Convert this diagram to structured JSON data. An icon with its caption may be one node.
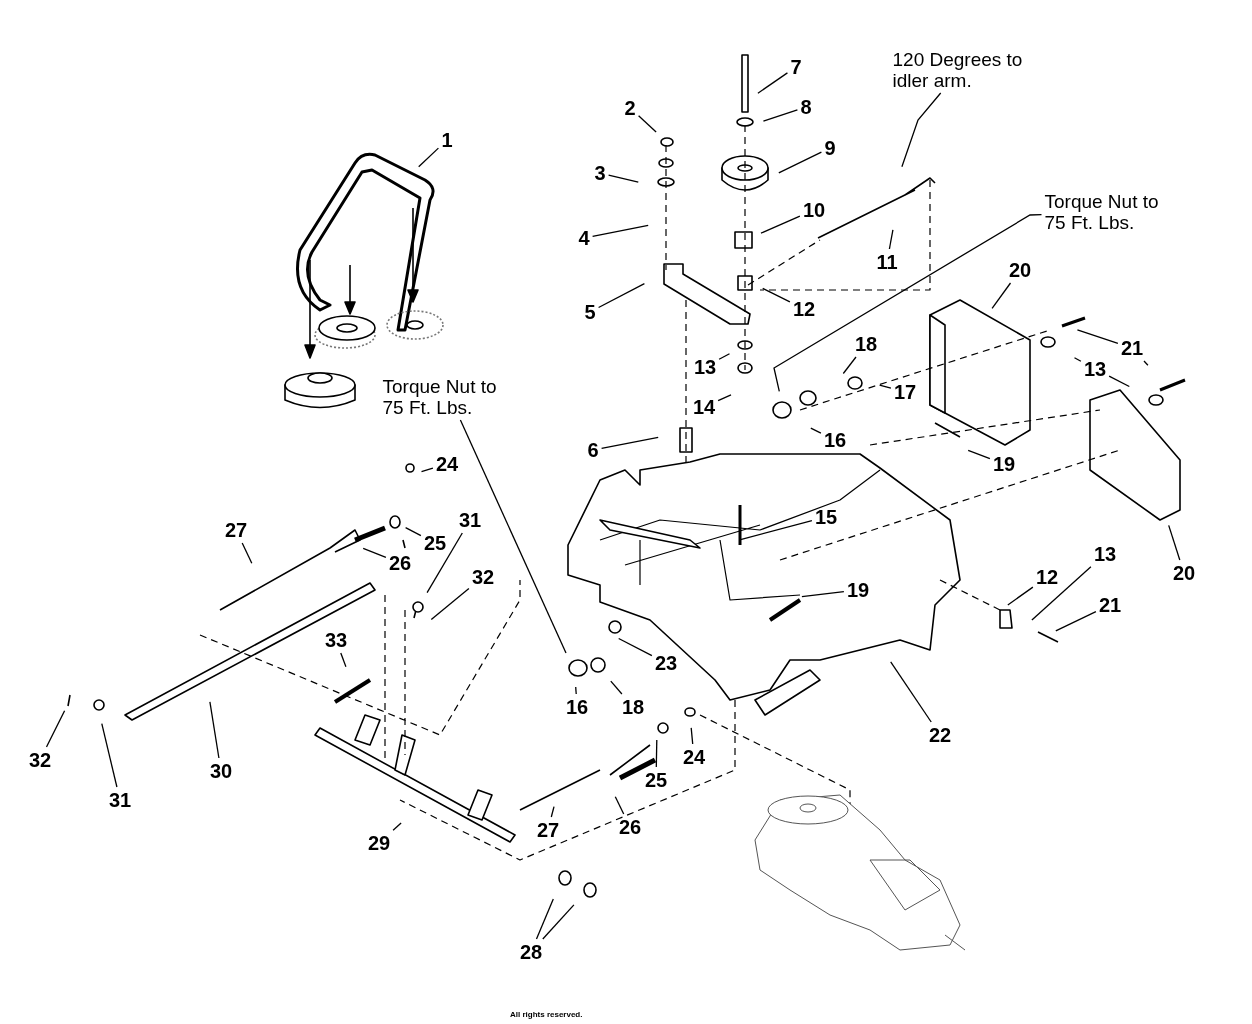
{
  "diagram": {
    "nodes": [
      {
        "text": [
          "1"
        ]
      },
      {
        "text": [
          "2"
        ]
      },
      {
        "text": [
          "3"
        ]
      },
      {
        "text": [
          "4"
        ]
      },
      {
        "text": [
          "5"
        ]
      },
      {
        "text": [
          "6"
        ]
      },
      {
        "text": [
          "7"
        ]
      },
      {
        "text": [
          "8"
        ]
      },
      {
        "text": [
          "9"
        ]
      },
      {
        "text": [
          "10"
        ]
      },
      {
        "text": [
          "11"
        ]
      },
      {
        "text": [
          "12"
        ]
      },
      {
        "text": [
          "13"
        ]
      },
      {
        "text": [
          "14"
        ]
      },
      {
        "text": [
          "120 Degrees to idler arm."
        ]
      },
      {
        "text": [
          "Torque Nut to 75 Ft. Lbs."
        ]
      },
      {
        "text": [
          "20"
        ]
      },
      {
        "text": [
          "21"
        ]
      },
      {
        "text": [
          "13"
        ]
      },
      {
        "text": [
          "18"
        ]
      },
      {
        "text": [
          "17"
        ]
      },
      {
        "text": [
          "16"
        ]
      },
      {
        "text": [
          "19"
        ]
      },
      {
        "text": [
          "Torque Nut to 75 Ft. Lbs."
        ]
      },
      {
        "text": [
          "24"
        ]
      },
      {
        "text": [
          "25"
        ]
      },
      {
        "text": [
          "27"
        ]
      },
      {
        "text": [
          "26"
        ]
      },
      {
        "text": [
          "31"
        ]
      },
      {
        "text": [
          "32"
        ]
      },
      {
        "text": [
          "15"
        ]
      },
      {
        "text": [
          "19"
        ]
      },
      {
        "text": [
          "20"
        ]
      },
      {
        "text": [
          "12"
        ]
      },
      {
        "text": [
          "13"
        ]
      },
      {
        "text": [
          "21"
        ]
      },
      {
        "text": [
          "33"
        ]
      },
      {
        "text": [
          "23"
        ]
      },
      {
        "text": [
          "16"
        ]
      },
      {
        "text": [
          "18"
        ]
      },
      {
        "text": [
          "22"
        ]
      },
      {
        "text": [
          "32"
        ]
      },
      {
        "text": [
          "31"
        ]
      },
      {
        "text": [
          "30"
        ]
      },
      {
        "text": [
          "24"
        ]
      },
      {
        "text": [
          "25"
        ]
      },
      {
        "text": [
          "26"
        ]
      },
      {
        "text": [
          "27"
        ]
      },
      {
        "text": [
          "29"
        ]
      },
      {
        "text": [
          "28"
        ]
      }
    ],
    "edges": [
      {
        "from": 0,
        "to": null,
        "arrow": "none"
      },
      {
        "from": 1,
        "to": null,
        "arrow": "none"
      },
      {
        "from": 2,
        "to": null,
        "arrow": "none"
      },
      {
        "from": 3,
        "to": null,
        "arrow": "none"
      },
      {
        "from": 4,
        "to": null,
        "arrow": "none"
      },
      {
        "from": 5,
        "to": null,
        "arrow": "none"
      },
      {
        "from": 6,
        "to": null,
        "arrow": "none"
      },
      {
        "from": 7,
        "to": null,
        "arrow": "none"
      },
      {
        "from": 8,
        "to": null,
        "arrow": "none"
      },
      {
        "from": 9,
        "to": null,
        "arrow": "none"
      },
      {
        "from": 10,
        "to": null,
        "arrow": "none"
      },
      {
        "from": 11,
        "to": null,
        "arrow": "none"
      },
      {
        "from": 12,
        "to": null,
        "arrow": "none"
      },
      {
        "from": 13,
        "to": null,
        "arrow": "none"
      },
      {
        "from": 14,
        "to": null,
        "arrow": "none"
      },
      {
        "from": 15,
        "to": null,
        "arrow": "none"
      },
      {
        "from": 16,
        "to": null,
        "arrow": "none"
      },
      {
        "from": 17,
        "to": null,
        "arrow": "none"
      },
      {
        "from": 17,
        "to": null,
        "arrow": "none"
      },
      {
        "from": 18,
        "to": null,
        "arrow": "none"
      },
      {
        "from": 18,
        "to": null,
        "arrow": "none"
      },
      {
        "from": 19,
        "to": null,
        "arrow": "none"
      },
      {
        "from": 20,
        "to": null,
        "arrow": "none"
      },
      {
        "from": 21,
        "to": null,
        "arrow": "none"
      },
      {
        "from": 22,
        "to": null,
        "arrow": "none"
      },
      {
        "from": 23,
        "to": null,
        "arrow": "none"
      },
      {
        "from": 24,
        "to": null,
        "arrow": "none"
      },
      {
        "from": 25,
        "to": null,
        "arrow": "none"
      },
      {
        "from": 26,
        "to": null,
        "arrow": "none"
      },
      {
        "from": 27,
        "to": null,
        "arrow": "none"
      },
      {
        "from": 28,
        "to": null,
        "arrow": "none"
      },
      {
        "from": 29,
        "to": null,
        "arrow": "none"
      },
      {
        "from": 30,
        "to": null,
        "arrow": "none"
      },
      {
        "from": 31,
        "to": null,
        "arrow": "none"
      },
      {
        "from": 32,
        "to": null,
        "arrow": "none"
      },
      {
        "from": 33,
        "to": null,
        "arrow": "none"
      },
      {
        "from": 34,
        "to": null,
        "arrow": "none"
      },
      {
        "from": 35,
        "to": null,
        "arrow": "none"
      },
      {
        "from": 36,
        "to": null,
        "arrow": "none"
      },
      {
        "from": 37,
        "to": null,
        "arrow": "none"
      },
      {
        "from": 38,
        "to": null,
        "arrow": "none"
      },
      {
        "from": 39,
        "to": null,
        "arrow": "none"
      },
      {
        "from": 40,
        "to": null,
        "arrow": "none"
      },
      {
        "from": 41,
        "to": null,
        "arrow": "none"
      },
      {
        "from": 42,
        "to": null,
        "arrow": "none"
      },
      {
        "from": 43,
        "to": null,
        "arrow": "none"
      },
      {
        "from": 44,
        "to": null,
        "arrow": "none"
      },
      {
        "from": 45,
        "to": null,
        "arrow": "none"
      },
      {
        "from": 46,
        "to": null,
        "arrow": "none"
      },
      {
        "from": 47,
        "to": null,
        "arrow": "none"
      },
      {
        "from": 48,
        "to": null,
        "arrow": "none"
      },
      {
        "from": 49,
        "to": null,
        "arrow": "none"
      },
      {
        "from": 49,
        "to": null,
        "arrow": "none"
      }
    ],
    "labels": [
      "All rights reserved."
    ]
  }
}
